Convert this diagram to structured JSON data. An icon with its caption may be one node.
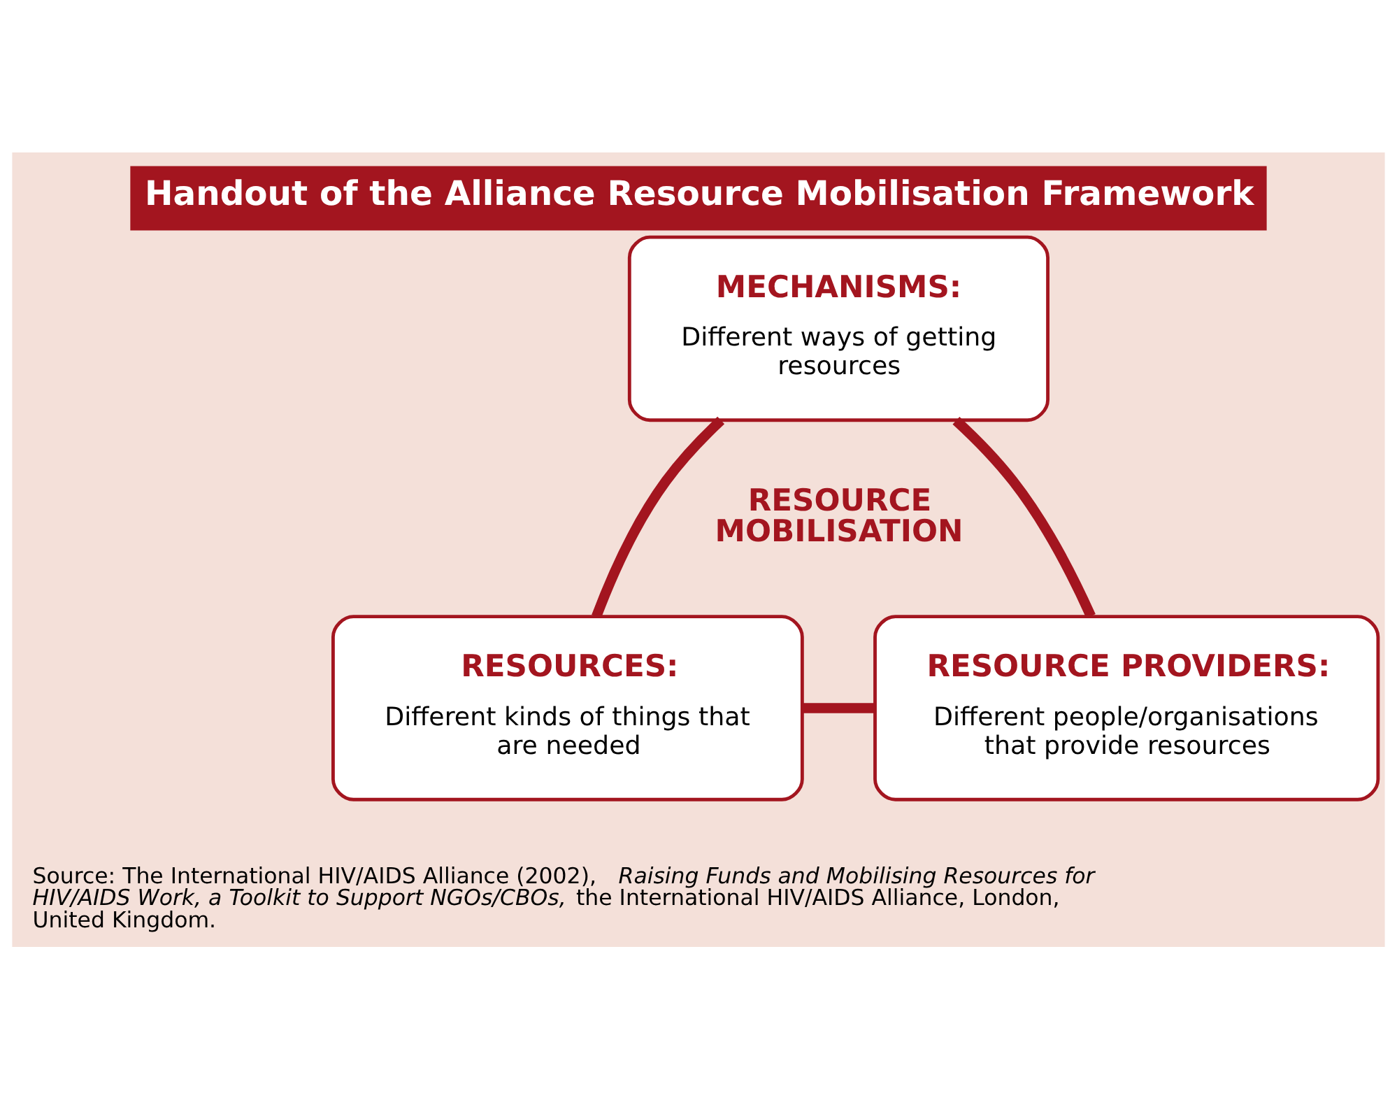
{
  "diagram": {
    "title": "Handout of the Alliance Resource Mobilisation Framework",
    "caption": "Source: The International HIV/AIDS Alliance (2002), *Raising Funds and Mobilising Resources for HIV/AIDS Work, a Toolkit to Support NGOs/CBOs,* the International HIV/AIDS Alliance, London, United Kingdom.",
    "nodes": [
      {
        "text": [
          "MECHANISMS:",
          "Different ways of getting resources"
        ]
      },
      {
        "text": [
          "RESOURCES:",
          "Different kinds of things that are needed"
        ]
      },
      {
        "text": [
          "RESOURCE PROVIDERS:",
          "Different people/organisations that provide resources"
        ]
      }
    ],
    "edges": [
      {
        "from": 0,
        "to": 1,
        "arrow": "none"
      },
      {
        "from": 0,
        "to": 2,
        "arrow": "none"
      },
      {
        "from": 1,
        "to": 2,
        "arrow": "none"
      }
    ],
    "labels": [
      "RESOURCE MOBILISATION"
    ]
  }
}
